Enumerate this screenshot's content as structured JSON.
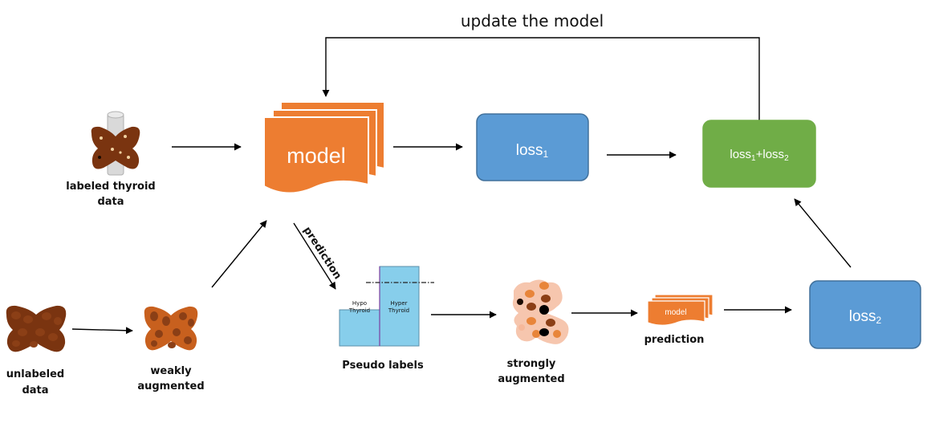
{
  "title": "update the model",
  "model_label": "model",
  "model_small_label": "model",
  "loss1": {
    "base": "loss",
    "sub": "1"
  },
  "loss2": {
    "base": "loss",
    "sub": "2"
  },
  "loss_sum": {
    "a": "loss",
    "a_sub": "1",
    "plus": "+",
    "b": "loss",
    "b_sub": "2"
  },
  "labeled_data": {
    "line1": "labeled  thyroid",
    "line2": "data"
  },
  "unlabeled_data": {
    "line1": "unlabeled",
    "line2": "data"
  },
  "weakly_augmented": {
    "line1": "weakly",
    "line2": "augmented"
  },
  "strongly_augmented": {
    "line1": "strongly",
    "line2": "augmented"
  },
  "prediction_arrow_label": "prediction",
  "prediction_label": "prediction",
  "pseudo_labels": "Pseudo labels",
  "bar_labels": {
    "hypo_1": "Hypo",
    "hypo_2": "Thyroid",
    "hyper_1": "Hyper",
    "hyper_2": "Thyroid"
  },
  "colors": {
    "orange": "#ED7D31",
    "blue": "#5B9BD5",
    "green": "#70AD47",
    "bar_blue": "#87CEEB",
    "tissue_brown": "#7A3410",
    "tissue_orange": "#C8601E",
    "tissue_peach": "#F6C6AE"
  }
}
